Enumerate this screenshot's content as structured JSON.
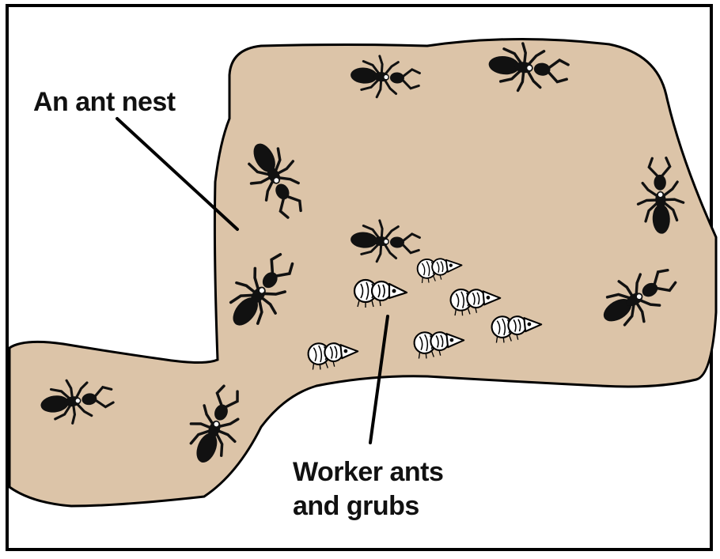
{
  "labels": {
    "nest": "An ant nest",
    "workers_line1": "Worker ants",
    "workers_line2": "and grubs"
  },
  "colors": {
    "nest_fill": "#dcc4a8",
    "ant": "#111111",
    "grub_fill": "#ffffff",
    "outline": "#000000"
  },
  "icons": {
    "ant": "ant-icon",
    "grub": "grub-icon"
  }
}
